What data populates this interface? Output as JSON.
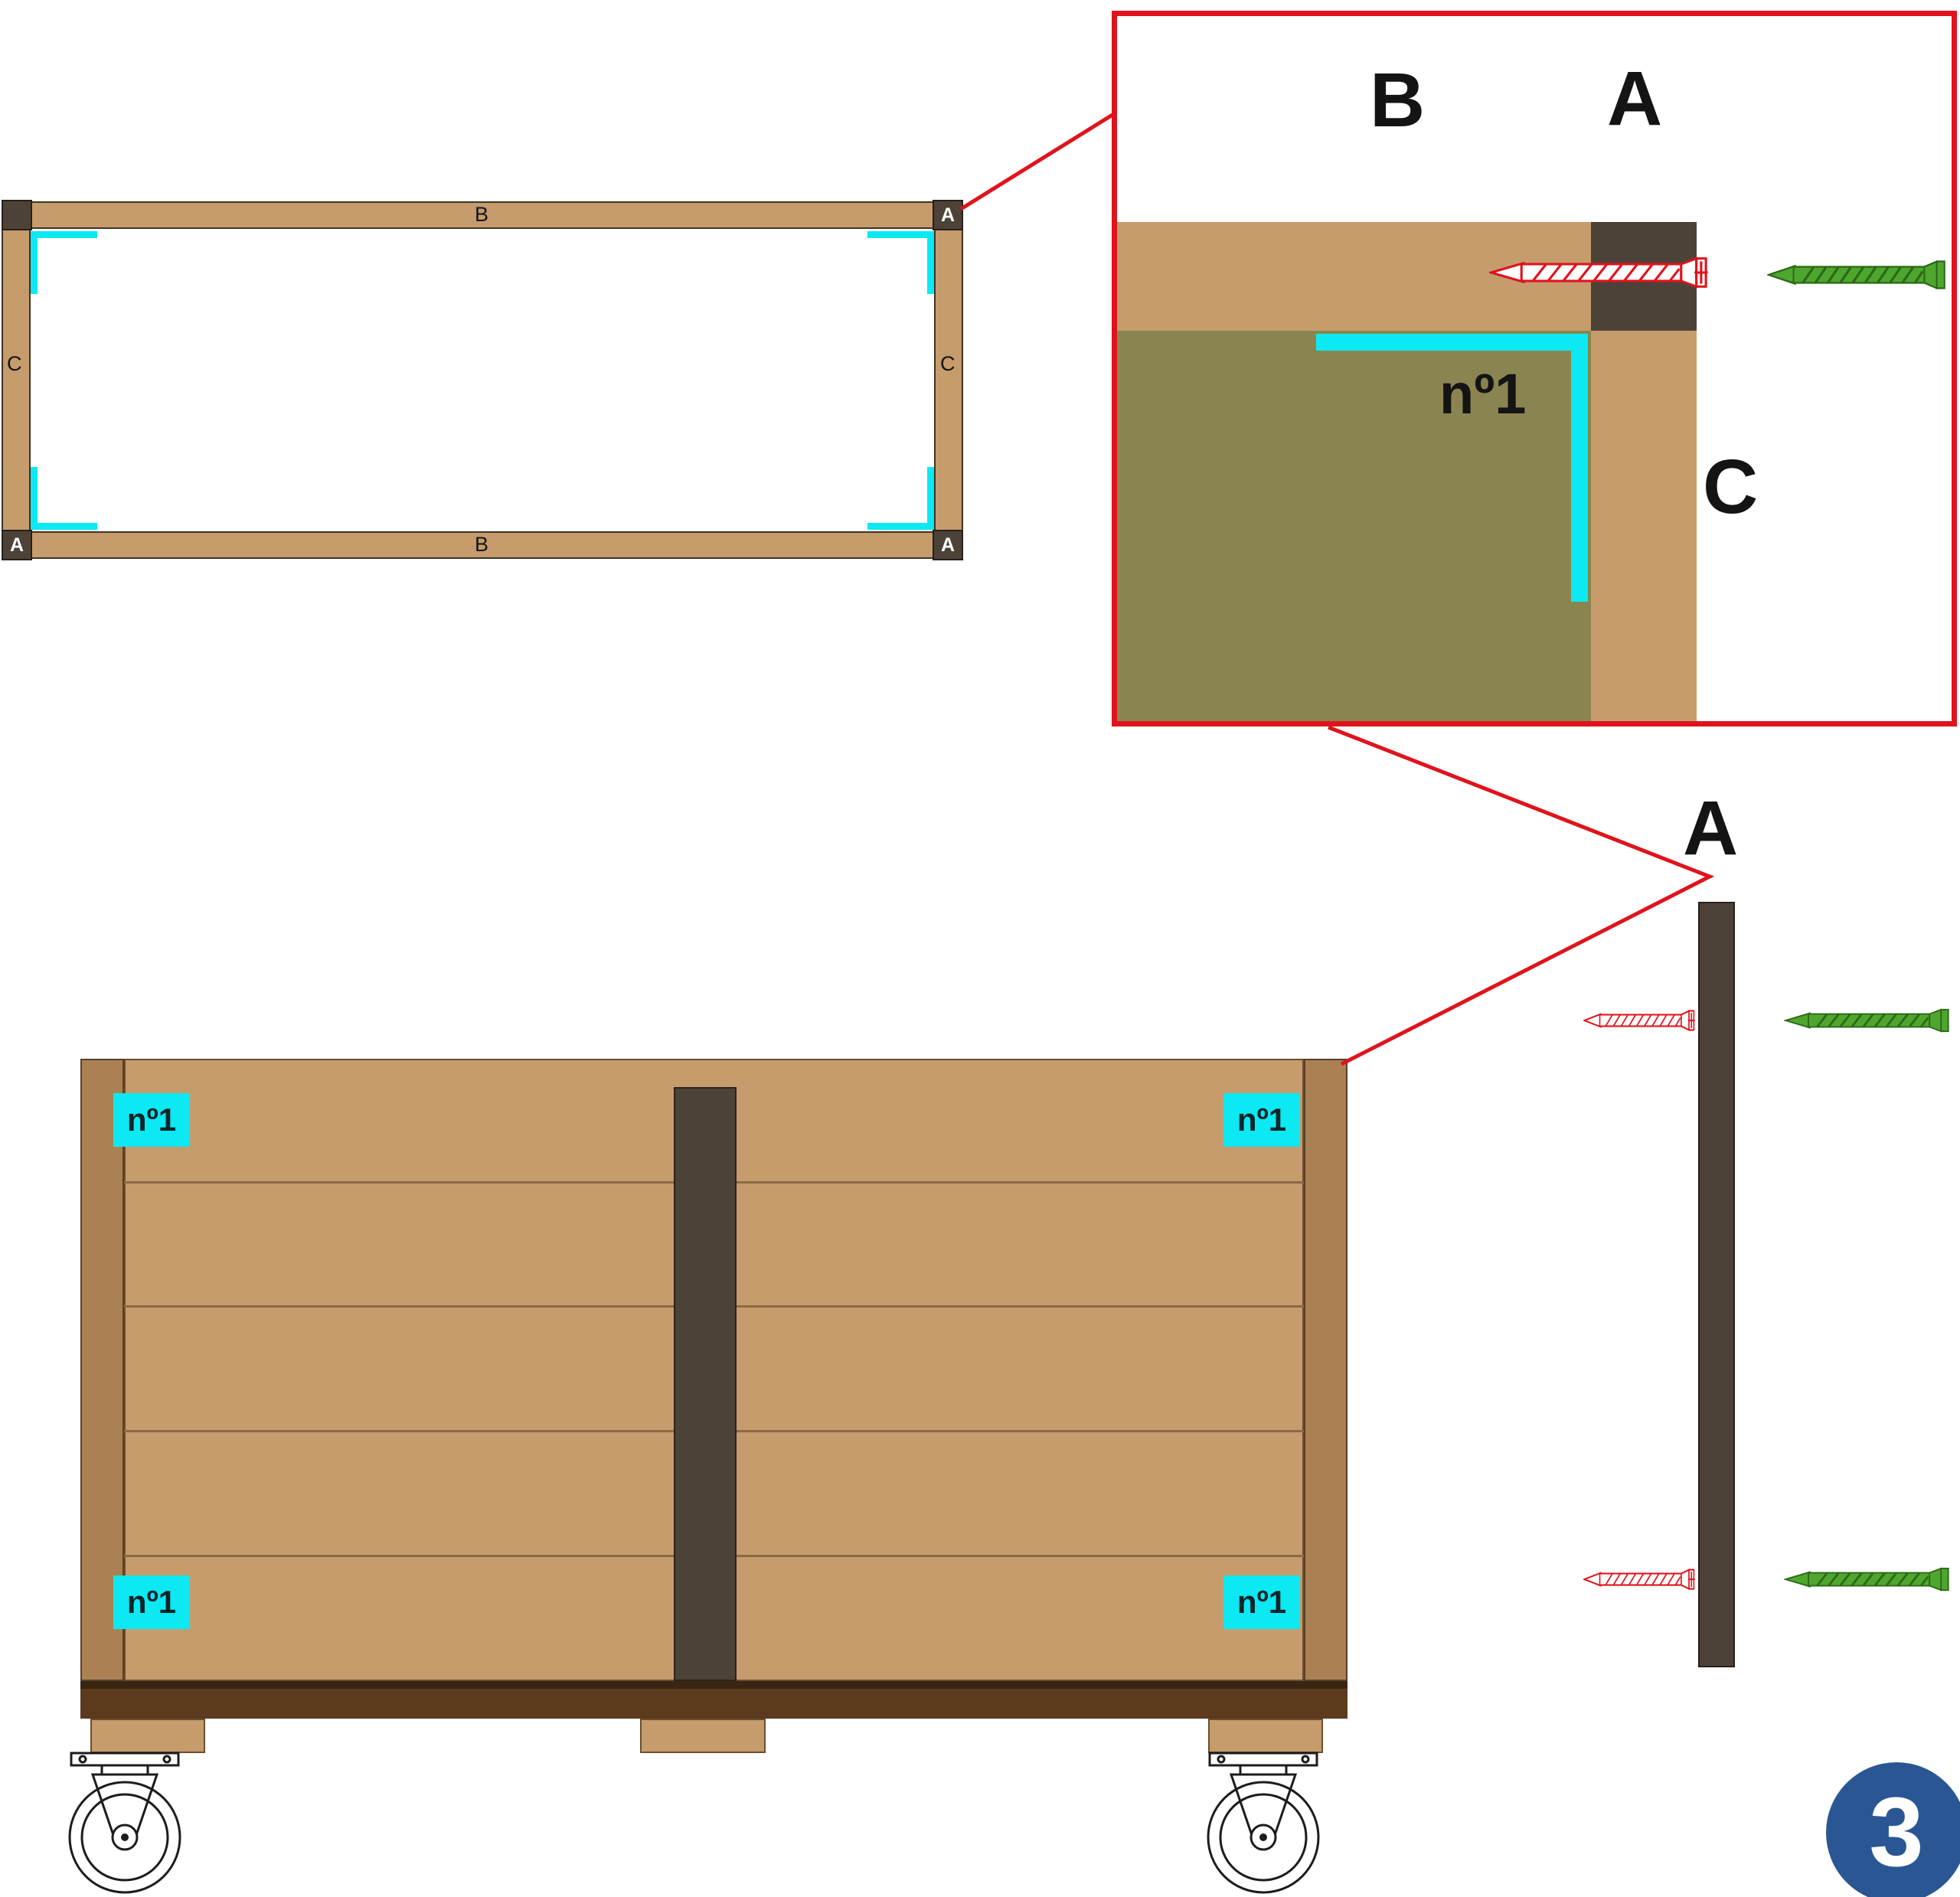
{
  "colors": {
    "wood_tan": "#c69c6d",
    "wood_post_edge": "#ab8153",
    "dark_post": "#4d4238",
    "base_rail": "#5c3a1d",
    "interior_olive": "#8a8550",
    "bracket_cyan": "#0ce9f2",
    "callout_red": "#e0131c",
    "screw_green": "#4ea62f",
    "badge_blue": "#2a5793"
  },
  "top_view": {
    "labels": {
      "b_top": "B",
      "b_bottom": "B",
      "c_left": "C",
      "c_right": "C",
      "a_top_right": "A",
      "a_bottom_left": "A",
      "a_bottom_right": "A"
    }
  },
  "detail_view": {
    "labels": {
      "b": "B",
      "a": "A",
      "c": "C",
      "bracket": "nº1"
    }
  },
  "side_view": {
    "bracket_labels": {
      "top_left": "nº1",
      "top_right": "nº1",
      "bottom_left": "nº1",
      "bottom_right": "nº1"
    }
  },
  "post_detail": {
    "label": "A"
  },
  "step_badge": {
    "number": "3"
  }
}
